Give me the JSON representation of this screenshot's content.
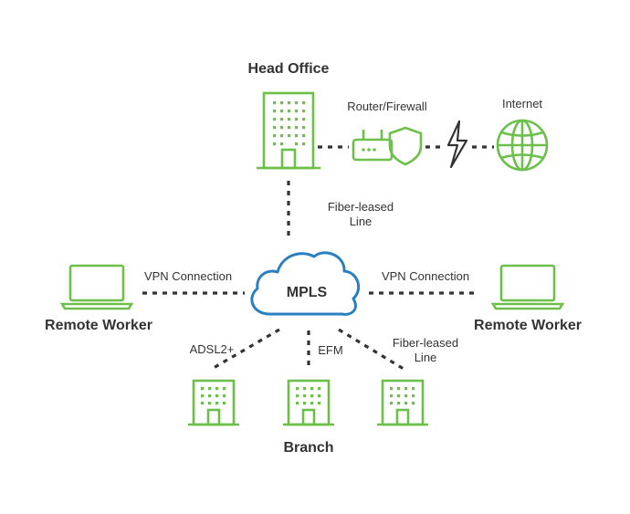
{
  "nodes": {
    "head_office": "Head Office",
    "router_firewall": "Router/Firewall",
    "internet": "Internet",
    "mpls": "MPLS",
    "remote_worker_left": "Remote Worker",
    "remote_worker_right": "Remote Worker",
    "branch": "Branch"
  },
  "links": {
    "head_office_mpls_line1": "Fiber-leased",
    "head_office_mpls_line2": "Line",
    "vpn_left": "VPN Connection",
    "vpn_right": "VPN Connection",
    "adsl": "ADSL2+",
    "efm": "EFM",
    "fiber_right_line1": "Fiber-leased",
    "fiber_right_line2": "Line"
  },
  "colors": {
    "accent_green": "#6cc04a",
    "cloud_blue": "#2a7fc1",
    "text": "#333333"
  },
  "icons": [
    "building-icon",
    "router-icon",
    "shield-icon",
    "lightning-icon",
    "globe-icon",
    "cloud-icon",
    "laptop-icon"
  ]
}
